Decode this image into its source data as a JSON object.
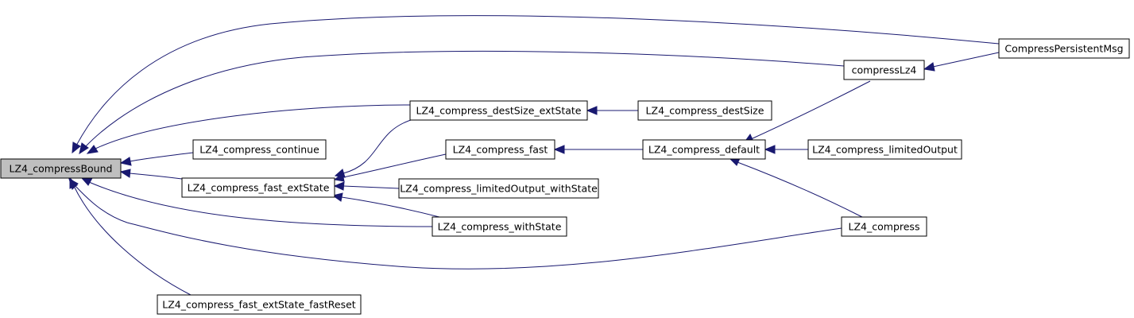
{
  "colors": {
    "edge": "#191970",
    "root_fill": "#bfbfbf",
    "node_fill": "#ffffff",
    "node_border": "#000000"
  },
  "nodes": {
    "bound": "LZ4_compressBound",
    "cpm": "CompressPersistentMsg",
    "clz4": "compressLz4",
    "dsext": "LZ4_compress_destSize_extState",
    "ds": "LZ4_compress_destSize",
    "cont": "LZ4_compress_continue",
    "fast": "LZ4_compress_fast",
    "def": "LZ4_compress_default",
    "lim": "LZ4_compress_limitedOutput",
    "fext": "LZ4_compress_fast_extState",
    "limws": "LZ4_compress_limitedOutput_withState",
    "ws": "LZ4_compress_withState",
    "comp": "LZ4_compress",
    "freset": "LZ4_compress_fast_extState_fastReset"
  }
}
